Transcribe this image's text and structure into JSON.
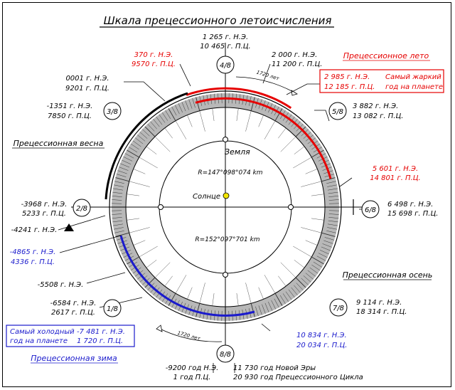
{
  "title": "Шкала прецессионного летоисчисления",
  "colors": {
    "black": "#000000",
    "red": "#e60000",
    "blue": "#1a1acc",
    "ring_fill": "#b8b8b8",
    "sun": "#f2e600"
  },
  "seasons": {
    "summer": "Прецессионное лето",
    "spring": "Прецессионная весна",
    "autumn": "Прецессионная осень",
    "winter": "Прецессионная зима"
  },
  "markers": {
    "m48": "4/8",
    "m38": "3/8",
    "m58": "5/8",
    "m28": "2/8",
    "m68": "6/8",
    "m18": "1/8",
    "m78": "7/8",
    "m88": "8/8"
  },
  "center": {
    "earth": "Земля",
    "sun": "Солнце",
    "r_top": "R=147°098°074 km",
    "r_bottom": "R=152°097°701 km"
  },
  "arcs": {
    "top": "1720 лет",
    "bottom": "1720 лет"
  },
  "labels": {
    "top_center_1": "1 265 г. Н.Э.",
    "top_center_2": "10 465 г. П.Ц.",
    "red_370_1": "370 г. Н.Э.",
    "red_370_2": "9570 г. П.Ц.",
    "right_2000_1": "2 000 г. Н.Э.",
    "right_2000_2": "11 200 г. П.Ц.",
    "hot_1": "2 985 г. Н.Э.",
    "hot_2": "12 185 г. П.Ц.",
    "hot_3": "Самый жаркий",
    "hot_4": "год на планете",
    "l0001_1": "0001 г. Н.Э.",
    "l0001_2": "9201 г. П.Ц.",
    "l1351_1": "-1351 г. Н.Э.",
    "l1351_2": "7850 г. П.Ц.",
    "r3882_1": "3 882 г. Н.Э.",
    "r3882_2": "13 082 г. П.Ц.",
    "r5601_1": "5 601 г. Н.Э.",
    "r5601_2": "14 801 г. П.Ц.",
    "l3968_1": "-3968 г. Н.Э.",
    "l3968_2": "5233 г. П.Ц.",
    "r6498_1": "6 498 г. Н.Э.",
    "r6498_2": "15 698 г. П.Ц.",
    "l4241": "-4241 г. Н.Э.",
    "l4865_1": "-4865 г. Н.Э.",
    "l4865_2": "4336 г. П.Ц.",
    "l5508": "-5508 г. Н.Э.",
    "l6584_1": "-6584 г. Н.Э.",
    "l6584_2": "2617 г. П.Ц.",
    "r9114_1": "9 114 г. Н.Э.",
    "r9114_2": "18 314 г. П.Ц.",
    "cold_1": "Самый холодный",
    "cold_2": "год на планете",
    "cold_3": "-7 481 г. Н.Э.",
    "cold_4": "1 720 г. П.Ц.",
    "r10834_1": "10 834 г. Н.Э.",
    "r10834_2": "20 034 г. П.Ц.",
    "b9200_1": "-9200 год Н.Э.",
    "b9200_2": "1 год П.Ц.",
    "b11730_1": "11 730 год Новой Эры",
    "b11730_2": "20 930 год Прецессионного Цикла"
  }
}
